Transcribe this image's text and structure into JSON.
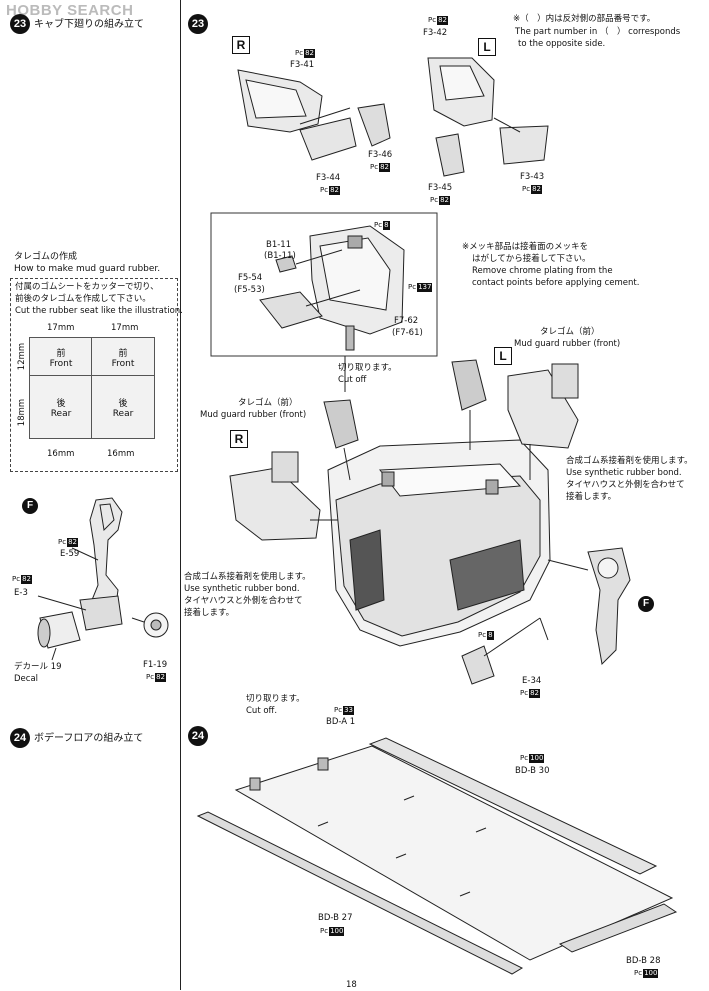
{
  "logo": "HOBBY SEARCH",
  "left": {
    "step23_num": "23",
    "step23_title": "キャブ下廻りの組み立て",
    "mud_title_jp": "タレゴムの作成",
    "mud_title_en": "How to make mud guard rubber.",
    "sheet_jp1": "付属のゴムシートをカッターで切り、",
    "sheet_jp2": "前後のタレゴムを作成して下さい。",
    "sheet_en": "Cut the rubber seat like the illustration.",
    "dim_top_left": "17mm",
    "dim_top_right": "17mm",
    "dim_left_top": "12mm",
    "dim_left_bottom": "18mm",
    "dim_bottom_left": "16mm",
    "dim_bottom_right": "16mm",
    "cells": [
      {
        "jp": "前",
        "en": "Front"
      },
      {
        "jp": "前",
        "en": "Front"
      },
      {
        "jp": "後",
        "en": "Rear"
      },
      {
        "jp": "後",
        "en": "Rear"
      }
    ],
    "f_label": "F",
    "parts": {
      "e59_pc": "Pc",
      "e59_pcnum": "82",
      "e59": "E-59",
      "e3_pc": "Pc",
      "e3_pcnum": "82",
      "e3": "E-3",
      "decal_jp": "デカール",
      "decal_num": "19",
      "decal_en": "Decal",
      "f1": "F1-19",
      "f1_pc": "Pc",
      "f1_pcnum": "82"
    },
    "step24_num": "24",
    "step24_title": "ボデーフロアの組み立て"
  },
  "right": {
    "step23_num": "23",
    "note_jp": "※（　）内は反対側の部品番号です。",
    "note_en1": "The part number in （　） corresponds",
    "note_en2": "to the opposite side.",
    "R": "R",
    "L": "L",
    "parts_top": [
      {
        "id": "pc82_a",
        "text": "Pc",
        "num": "82"
      },
      {
        "id": "f3_41",
        "text": "F3-41"
      },
      {
        "id": "f3_44",
        "text": "F3-44"
      },
      {
        "id": "pc82_b",
        "text": "Pc",
        "num": "82"
      },
      {
        "id": "f3_46",
        "text": "F3-46"
      },
      {
        "id": "pc82_c",
        "text": "Pc",
        "num": "82"
      },
      {
        "id": "pc82_d",
        "text": "Pc",
        "num": "82"
      },
      {
        "id": "f3_42",
        "text": "F3-42"
      },
      {
        "id": "f3_45",
        "text": "F3-45"
      },
      {
        "id": "pc82_e",
        "text": "Pc",
        "num": "82"
      },
      {
        "id": "f3_43",
        "text": "F3-43"
      },
      {
        "id": "pc82_f",
        "text": "Pc",
        "num": "82"
      }
    ],
    "inset": {
      "pc8": "Pc",
      "pc8num": "8",
      "b1": "B1-11",
      "b1b": "(B1-11)",
      "f5": "F5-54",
      "f5b": "(F5-53)",
      "pc137": "Pc",
      "pc137num": "137",
      "f7": "F7-62",
      "f7b": "(F7-61)",
      "cut_jp": "切り取ります。",
      "cut_en": "Cut off"
    },
    "chrome_jp1": "※メッキ部品は接着面のメッキを",
    "chrome_jp2": "はがしてから接着して下さい。",
    "chrome_en1": "Remove chrome plating from the",
    "chrome_en2": "contact points before applying cement.",
    "mud_front_r_jp": "タレゴム（前）",
    "mud_front_r_en": "Mud guard rubber (front)",
    "mud_front_l_jp": "タレゴム（前）",
    "mud_front_l_en": "Mud guard rubber (front)",
    "bond_r_jp1": "合成ゴム系接着剤を使用します。",
    "bond_r_en1": "Use synthetic rubber bond.",
    "bond_r_jp2": "タイヤハウスと外側を合わせて",
    "bond_r_jp3": "接着します。",
    "bond_l_jp1": "合成ゴム系接着剤を使用します。",
    "bond_l_en1": "Use synthetic rubber bond.",
    "bond_l_jp2": "タイヤハウスと外側を合わせて",
    "bond_l_jp3": "接着します。",
    "F": "F",
    "pc8b": "Pc",
    "pc8bnum": "8",
    "e34": "E-34",
    "e34_pc": "Pc",
    "e34_pcnum": "82",
    "step24_num": "24",
    "floor": {
      "cut_jp": "切り取ります。",
      "cut_en": "Cut off.",
      "pc33": "Pc",
      "pc33num": "33",
      "bda": "BD-A 1",
      "pc100a": "Pc",
      "pc100anum": "100",
      "bdb30": "BD-B 30",
      "bdb27": "BD-B 27",
      "pc100b": "Pc",
      "pc100bnum": "100",
      "bdb28": "BD-B 28",
      "pc100c": "Pc",
      "pc100cnum": "100"
    }
  },
  "page_number": "18"
}
